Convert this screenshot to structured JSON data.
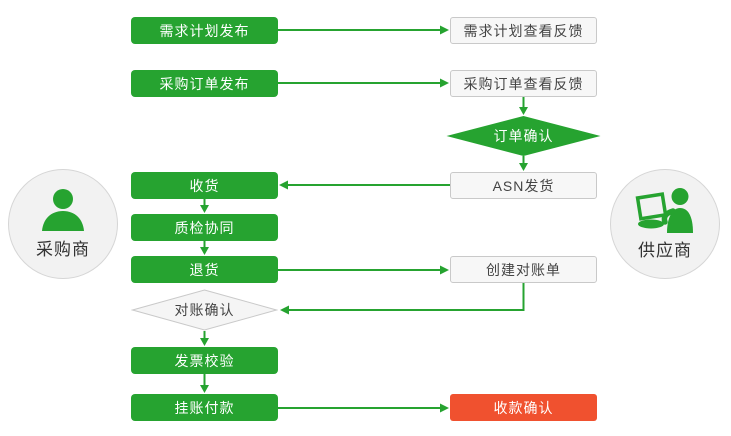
{
  "colors": {
    "process_green": "#26a330",
    "alert_red": "#f0512f",
    "supplier_node_bg": "#f7f7f7",
    "supplier_node_border": "#c9c9c9",
    "actor_circle_bg": "#f2f2f2",
    "dark_text": "#444444"
  },
  "actors": {
    "buyer": {
      "label": "采购商",
      "icon": "person-icon"
    },
    "supplier": {
      "label": "供应商",
      "icon": "person-computer-icon"
    }
  },
  "nodes": {
    "demand_plan_publish": {
      "label": "需求计划发布"
    },
    "demand_plan_feedback": {
      "label": "需求计划查看反馈"
    },
    "po_publish": {
      "label": "采购订单发布"
    },
    "po_feedback": {
      "label": "采购订单查看反馈"
    },
    "order_confirm": {
      "label": "订单确认"
    },
    "asn_ship": {
      "label": "ASN发货"
    },
    "receive": {
      "label": "收货"
    },
    "quality_check": {
      "label": "质检协同"
    },
    "return_goods": {
      "label": "退货"
    },
    "create_statement": {
      "label": "创建对账单"
    },
    "statement_confirm": {
      "label": "对账确认"
    },
    "invoice_verify": {
      "label": "发票校验"
    },
    "payment": {
      "label": "挂账付款"
    },
    "payment_confirm": {
      "label": "收款确认"
    }
  }
}
